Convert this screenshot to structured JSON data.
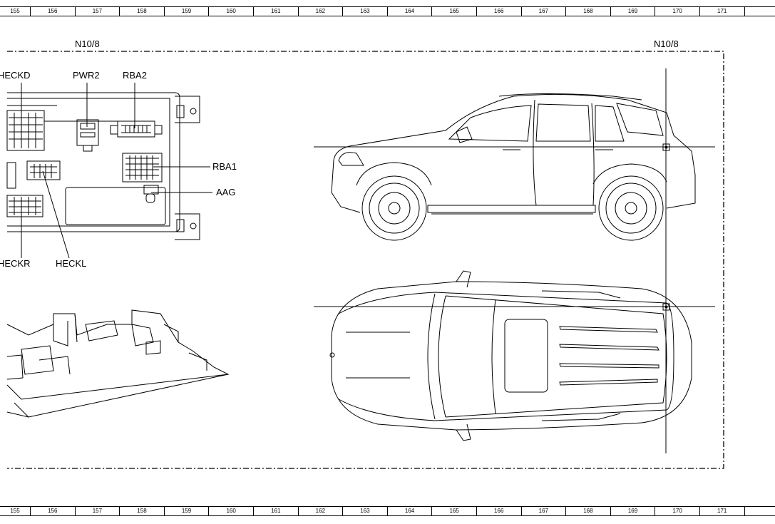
{
  "ruler": {
    "columns": [
      "155",
      "156",
      "157",
      "158",
      "159",
      "160",
      "161",
      "162",
      "163",
      "164",
      "165",
      "166",
      "167",
      "168",
      "169",
      "170",
      "171"
    ]
  },
  "labels": {
    "frame_left": "N10/8",
    "frame_right": "N10/8",
    "heckd": "HECKD",
    "pwr2": "PWR2",
    "rba2": "RBA2",
    "rba1": "RBA1",
    "aag": "AAG",
    "heckr": "HECKR",
    "heckl": "HECKL"
  },
  "colors": {
    "line": "#000000",
    "background": "#ffffff"
  }
}
